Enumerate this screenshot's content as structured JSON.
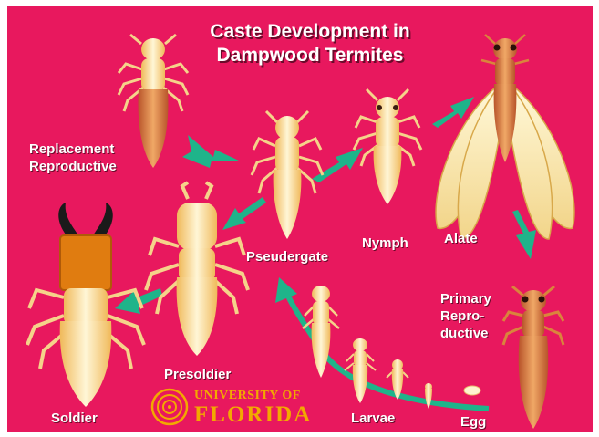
{
  "title_line1": "Caste Development in",
  "title_line2": "Dampwood Termites",
  "labels": {
    "replacement_1": "Replacement",
    "replacement_2": "Reproductive",
    "pseudergate": "Pseudergate",
    "nymph": "Nymph",
    "alate": "Alate",
    "primary_1": "Primary",
    "primary_2": "Repro-",
    "primary_3": "ductive",
    "presoldier": "Presoldier",
    "soldier": "Soldier",
    "larvae": "Larvae",
    "egg": "Egg"
  },
  "logo": {
    "line1": "UNIVERSITY OF",
    "line2": "FLORIDA"
  },
  "colors": {
    "background": "#e8185e",
    "arrow": "#1fb48a",
    "termite": "#f7e3a0",
    "reproductive": "#d9843c",
    "logo": "#f2a900"
  }
}
